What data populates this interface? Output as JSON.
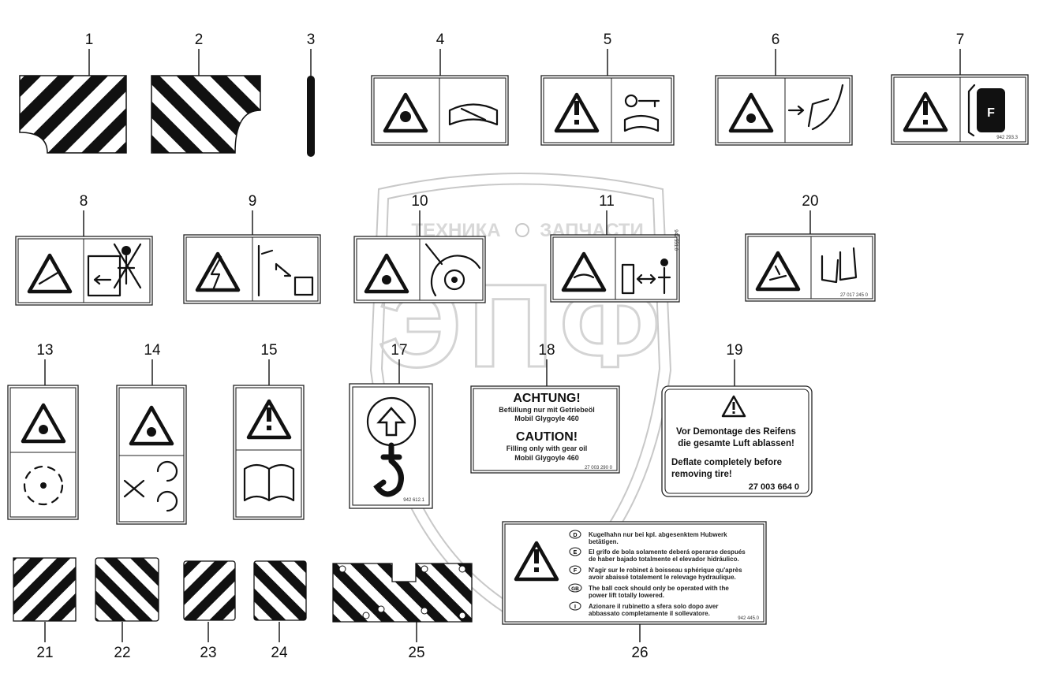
{
  "watermark": {
    "left_text": "ТЕХНИКА",
    "right_text": "ЗАПЧАСТИ",
    "letters": "ЭПФ"
  },
  "callouts": [
    "1",
    "2",
    "3",
    "4",
    "5",
    "6",
    "7",
    "8",
    "9",
    "10",
    "11",
    "20",
    "13",
    "14",
    "15",
    "17",
    "18",
    "19",
    "21",
    "22",
    "23",
    "24",
    "25",
    "26"
  ],
  "label_18": {
    "heading_de": "ACHTUNG!",
    "line1_de": "Befüllung nur mit Getriebeöl",
    "line2_de": "Mobil Glygoyle 460",
    "heading_en": "CAUTION!",
    "line1_en": "Filling only with gear oil",
    "line2_en": "Mobil Glygoyle 460",
    "code": "27 003 290 0"
  },
  "label_19": {
    "line1_de": "Vor Demontage des Reifens",
    "line2_de": "die gesamte Luft ablassen!",
    "line1_en": "Deflate completely before",
    "line2_en": "removing tire!",
    "code": "27 003 664 0"
  },
  "label_26": {
    "rows": [
      {
        "badge": "D",
        "line1": "Kugelhahn nur bei kpl. abgesenktem Hubwerk",
        "line2": "betätigen."
      },
      {
        "badge": "E",
        "line1": "El grifo de bola solamente deberá operarse después",
        "line2": "de haber bajado totalmente el elevador hidráulico."
      },
      {
        "badge": "F",
        "line1": "N'agir sur le robinet à boisseau sphérique qu'après",
        "line2": "avoir abaissé totalement le relevage hydraulique."
      },
      {
        "badge": "GB",
        "line1": "The ball cock should only be operated with the",
        "line2": "power lift totally lowered."
      },
      {
        "badge": "I",
        "line1": "Azionare il rubinetto a sfera solo dopo aver",
        "line2": "abbassato completamente il sollevatore."
      }
    ],
    "code": "942 445.0"
  },
  "label_17": {
    "code": "942 612.1"
  },
  "label_7": {
    "glyph": "F",
    "code": "942 293.3"
  },
  "label_11": {
    "code": "942 551.0"
  },
  "label_20": {
    "code": "27 017 245 0"
  }
}
